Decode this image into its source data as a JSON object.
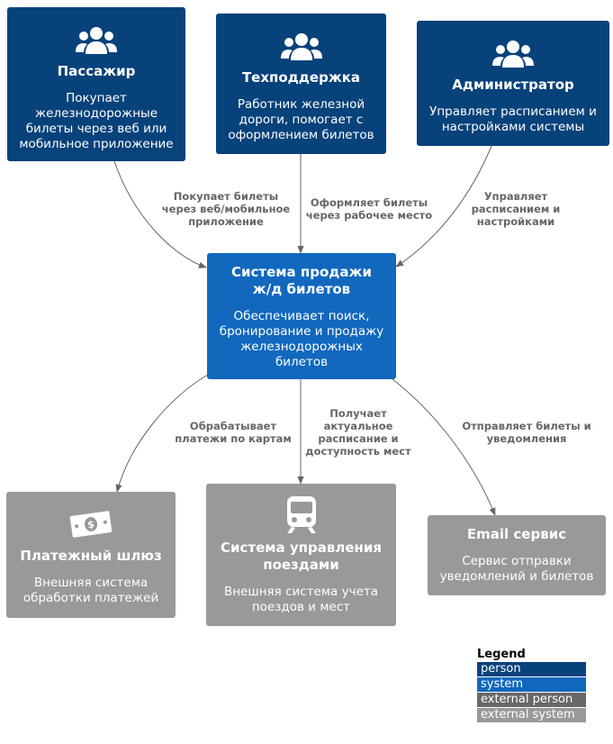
{
  "nodes": {
    "passenger": {
      "title": "Пассажир",
      "desc_lines": [
        "Покупает",
        "железнодорожные",
        "билеты через веб или",
        "мобильное приложение"
      ]
    },
    "support": {
      "title": "Техподдержка",
      "desc_lines": [
        "Работник железной",
        "дороги, помогает с",
        "оформлением билетов"
      ]
    },
    "admin": {
      "title": "Администратор",
      "desc_lines": [
        "Управляет расписанием и",
        "настройками системы"
      ]
    },
    "system": {
      "title_lines": [
        "Система продажи",
        "ж/д билетов"
      ],
      "desc_lines": [
        "Обеспечивает поиск,",
        "бронирование и продажу",
        "железнодорожных",
        "билетов"
      ]
    },
    "payment": {
      "title": "Платежный шлюз",
      "desc_lines": [
        "Внешняя система",
        "обработки платежей"
      ]
    },
    "trains": {
      "title_lines": [
        "Система управления",
        "поездами"
      ],
      "desc_lines": [
        "Внешняя система учета",
        "поездов и мест"
      ]
    },
    "email": {
      "title": "Email сервис",
      "desc_lines": [
        "Сервис отправки",
        "уведомлений и билетов"
      ]
    }
  },
  "edges": {
    "passenger_system": [
      "Покупает билеты",
      "через веб/мобильное",
      "приложение"
    ],
    "support_system": [
      "Оформляет билеты",
      "через рабочее место"
    ],
    "admin_system": [
      "Управляет",
      "расписанием и",
      "настройками"
    ],
    "system_payment": [
      "Обрабатывает",
      "платежи по картам"
    ],
    "system_trains": [
      "Получает",
      "актуальное",
      "расписание и",
      "доступность мест"
    ],
    "system_email": [
      "Отправляет билеты и",
      "уведомления"
    ]
  },
  "legend": {
    "title": "Legend",
    "items": [
      {
        "label": "person",
        "color": "#08427b"
      },
      {
        "label": "system",
        "color": "#1168bd"
      },
      {
        "label": "external person",
        "color": "#686868"
      },
      {
        "label": "external system",
        "color": "#999999"
      }
    ]
  },
  "colors": {
    "person": "#08427b",
    "system": "#1168bd",
    "external_system": "#999999",
    "edge": "#666666"
  },
  "icons": {
    "person": "users-icon",
    "payment": "money-bill-icon",
    "trains": "train-icon"
  }
}
